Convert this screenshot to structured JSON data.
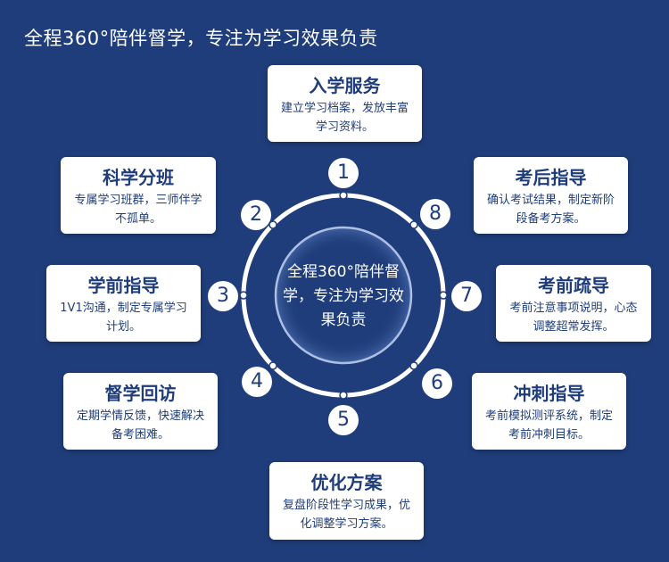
{
  "header": {
    "title": "全程360°陪伴督学，专注为学习效果负责"
  },
  "center": {
    "text": "全程360°陪伴督学，专注为学习效果负责"
  },
  "steps": [
    {
      "number": "1",
      "title": "入学服务",
      "desc": "建立学习档案，发放丰富学习资料。"
    },
    {
      "number": "2",
      "title": "科学分班",
      "desc": "专属学习班群，三师伴学不孤单。"
    },
    {
      "number": "3",
      "title": "学前指导",
      "desc": "1V1沟通，制定专属学习计划。"
    },
    {
      "number": "4",
      "title": "督学回访",
      "desc": "定期学情反馈，快速解决备考困难。"
    },
    {
      "number": "5",
      "title": "优化方案",
      "desc": "复盘阶段性学习成果，优化调整学习方案。"
    },
    {
      "number": "6",
      "title": "冲刺指导",
      "desc": "考前模拟测评系统，制定考前冲刺目标。"
    },
    {
      "number": "7",
      "title": "考前疏导",
      "desc": "考前注意事项说明，心态调整超常发挥。"
    },
    {
      "number": "8",
      "title": "考后指导",
      "desc": "确认考试结果，制定新阶段备考方案。"
    }
  ],
  "colors": {
    "background": "#1f3d7a",
    "card": "#ffffff",
    "text": "#1f3d7a"
  }
}
